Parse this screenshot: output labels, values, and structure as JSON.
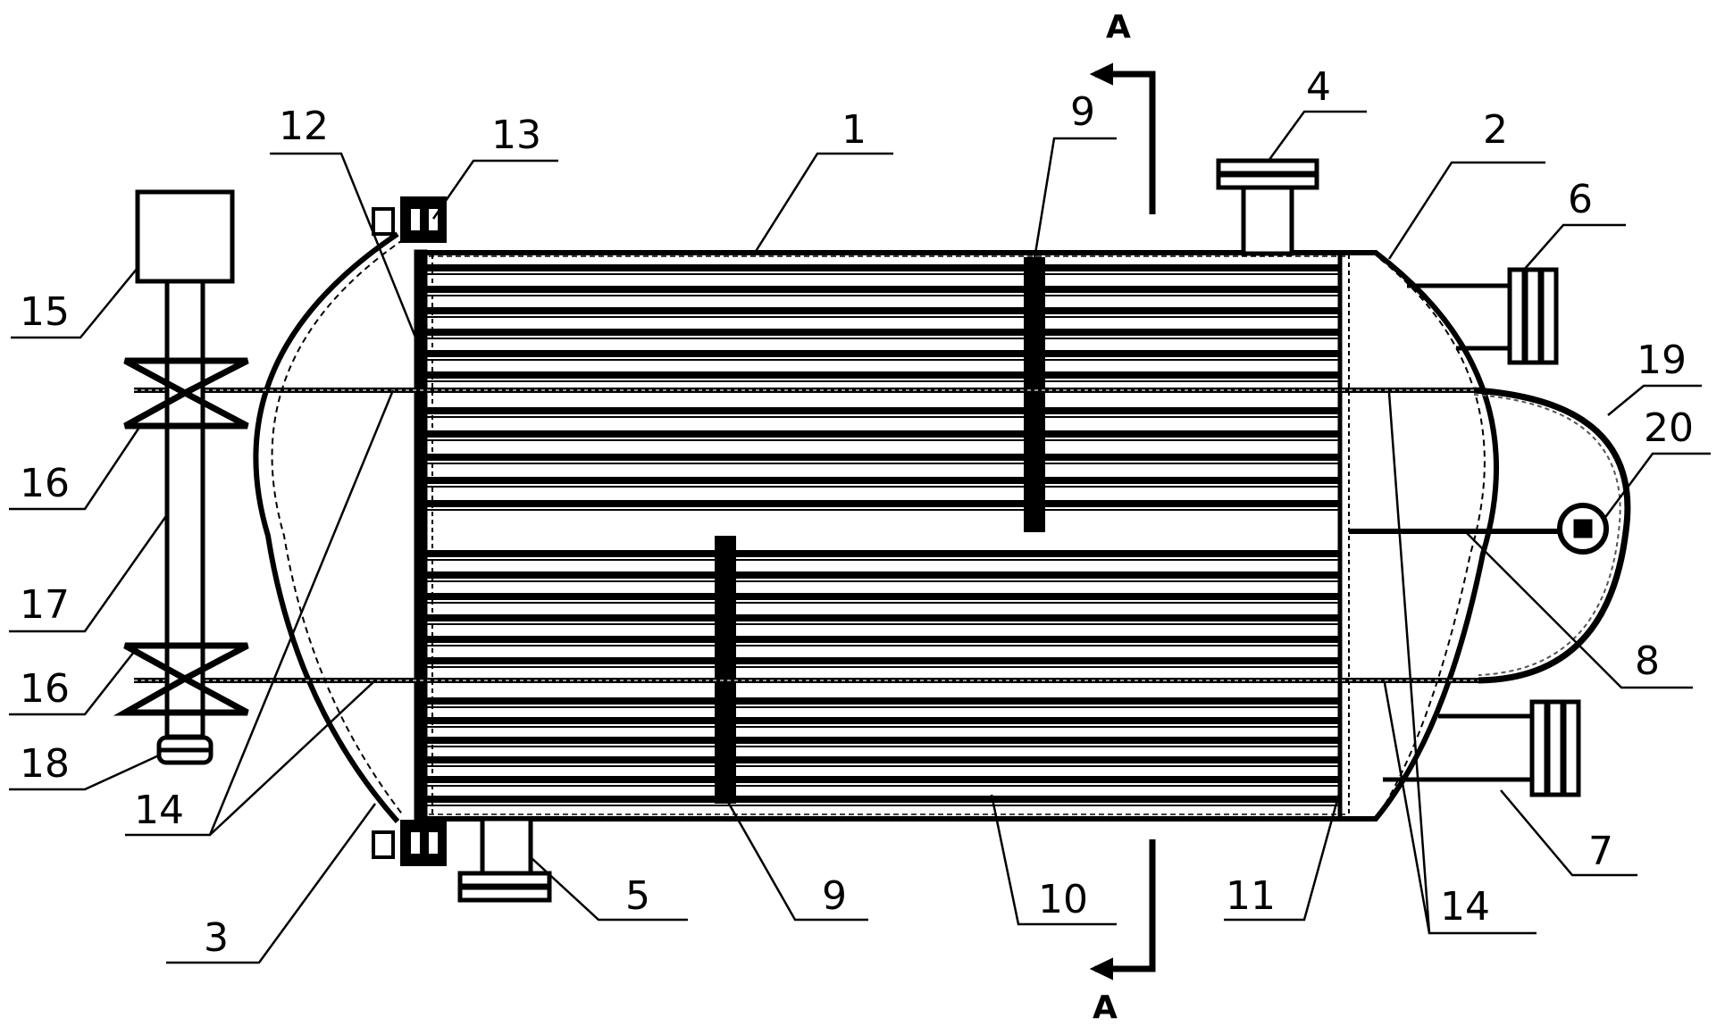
{
  "section_marks": {
    "top": "A",
    "bottom": "A"
  },
  "labels": {
    "shell": "1",
    "right_head": "2",
    "left_head": "3",
    "top_nozzle": "4",
    "bottom_nozzle": "5",
    "upper_right_nozzle": "6",
    "lower_right_nozzle": "7",
    "center_rod": "8",
    "baffle_top": "9",
    "baffle_bottom": "9",
    "tube_bundle": "10",
    "right_tubesheet": "11",
    "left_tubesheet": "12",
    "flange_bolt": "13",
    "rod_left": "14",
    "rod_right": "14",
    "motor": "15",
    "bearing_upper": "16",
    "bearing_lower": "16",
    "drive_shaft": "17",
    "shaft_end": "18",
    "u_bend": "19",
    "pivot": "20"
  }
}
